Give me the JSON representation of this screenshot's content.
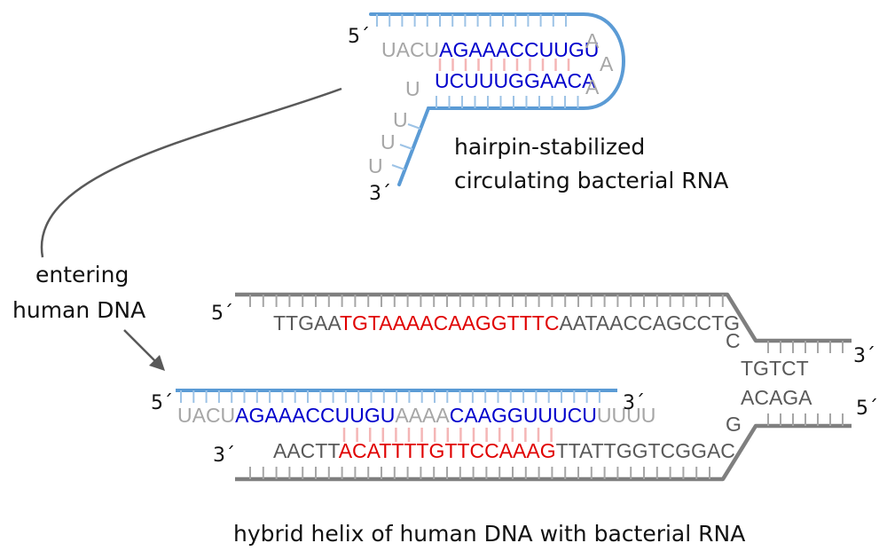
{
  "colors": {
    "rna_backbone": "#5b9bd5",
    "dna_backbone": "#7f7f7f",
    "rna_tick": "#9dc3e6",
    "dna_tick": "#a6a6a6",
    "pair_line": "#f4b6b6",
    "gray_text": "#a6a6a6",
    "dark_text": "#595959",
    "blue_text": "#0000cc",
    "red_text": "#e00000",
    "arrow": "#595959"
  },
  "hairpin": {
    "five_prime": "5´",
    "three_prime": "3´",
    "top_gray": "UACU",
    "top_blue": "AGAAACCUUGU",
    "loop_a1": "A",
    "loop_a2": "A",
    "loop_a3": "A",
    "bottom_blue": "UCUUUGGAACA",
    "tail_u1": "U",
    "tail_u2": "U",
    "tail_u3": "U",
    "tail_u4": "U",
    "label_line1": "hairpin-stabilized",
    "label_line2": "circulating bacterial RNA"
  },
  "entering": {
    "line1": "entering",
    "line2": "human DNA"
  },
  "hybrid": {
    "dna_top_five": "5´",
    "dna_top_three": "3´",
    "dna_top_seg1": "TTGAA",
    "dna_top_seg2": "TGTAAAACAAGGTTTC",
    "dna_top_seg3": "AATAACCAGCCTG",
    "dna_top_c": "C",
    "fork_top": "TGTCT",
    "fork_bottom": "ACAGA",
    "dna_bot_g": "G",
    "dna_bot_five": "5´",
    "rna_five": "5´",
    "rna_three": "3´",
    "rna_seg1": "UACU",
    "rna_seg2": "AGAAACCUUGU",
    "rna_seg3": "AAAA",
    "rna_seg4": "CAAGGUUUCU",
    "rna_seg5": "UUUU",
    "dna_bot_three": "3´",
    "dna_bot_seg1": "AACTT",
    "dna_bot_seg2": "ACATTTTGTTCCAAAG",
    "dna_bot_seg3": "TTATTGGTCGGAC",
    "caption": "hybrid helix of human DNA with bacterial RNA"
  }
}
